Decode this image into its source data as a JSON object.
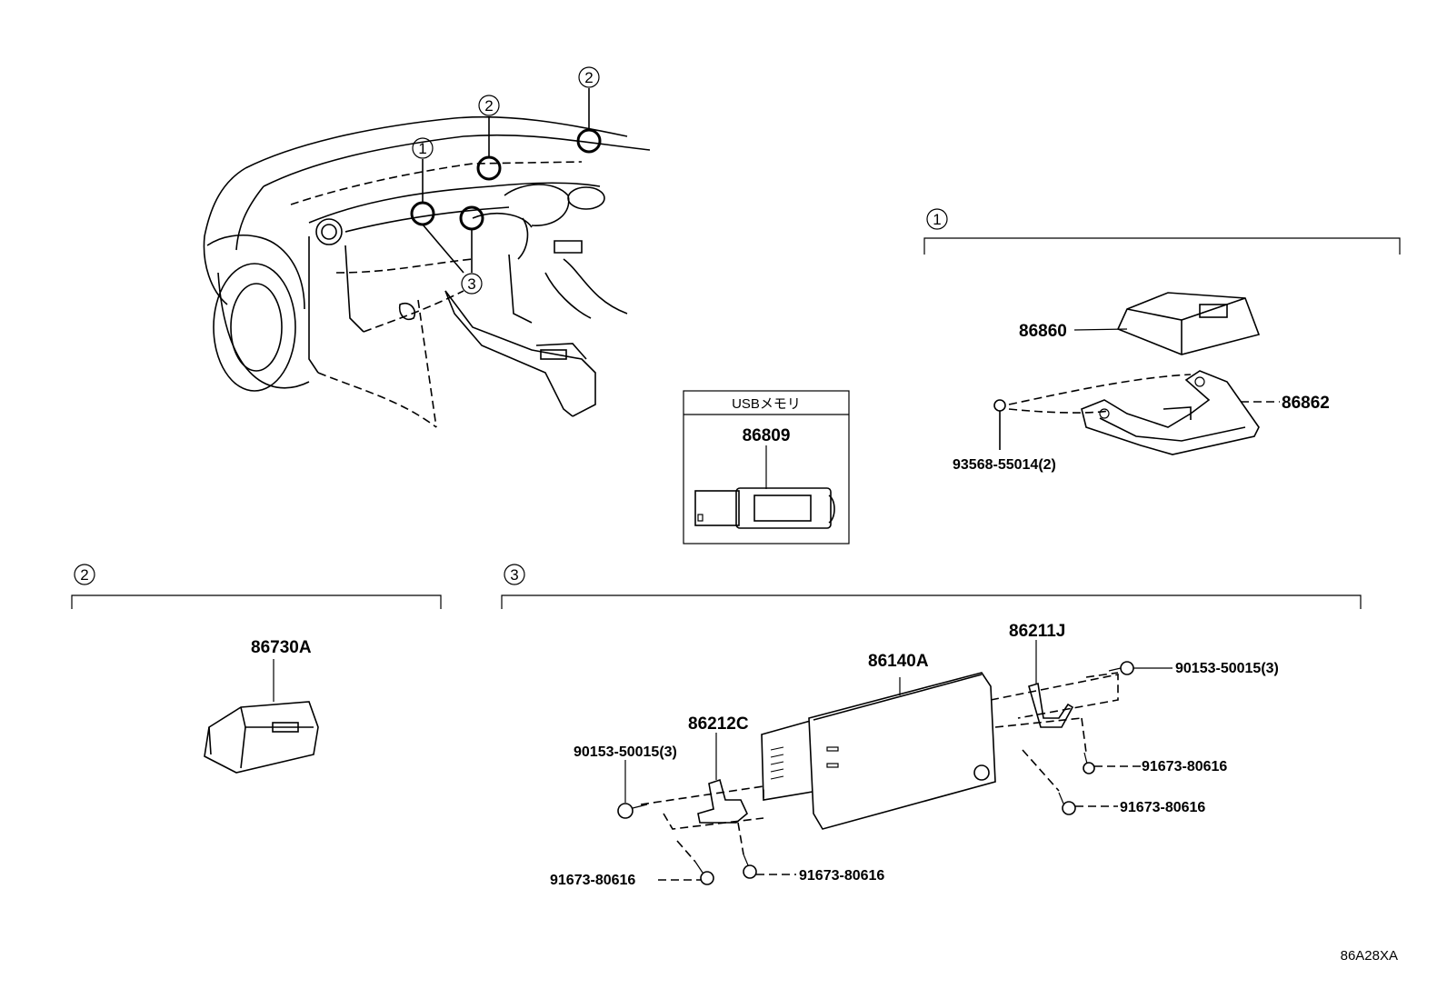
{
  "callouts": {
    "one": "1",
    "two": "2",
    "three": "3"
  },
  "usb_box": {
    "title": "USBメモリ",
    "part": "86809"
  },
  "parts": {
    "p86860": "86860",
    "p86862": "86862",
    "p93568": "93568-55014(2)",
    "p86730A": "86730A",
    "p86140A": "86140A",
    "p86211J": "86211J",
    "p86212C": "86212C",
    "p90153_right": "90153-50015(3)",
    "p90153_left": "90153-50015(3)",
    "p91673_r1": "91673-80616",
    "p91673_r2": "91673-80616",
    "p91673_b1": "91673-80616",
    "p91673_b2": "91673-80616"
  },
  "diagram_ref": "86A28XA"
}
